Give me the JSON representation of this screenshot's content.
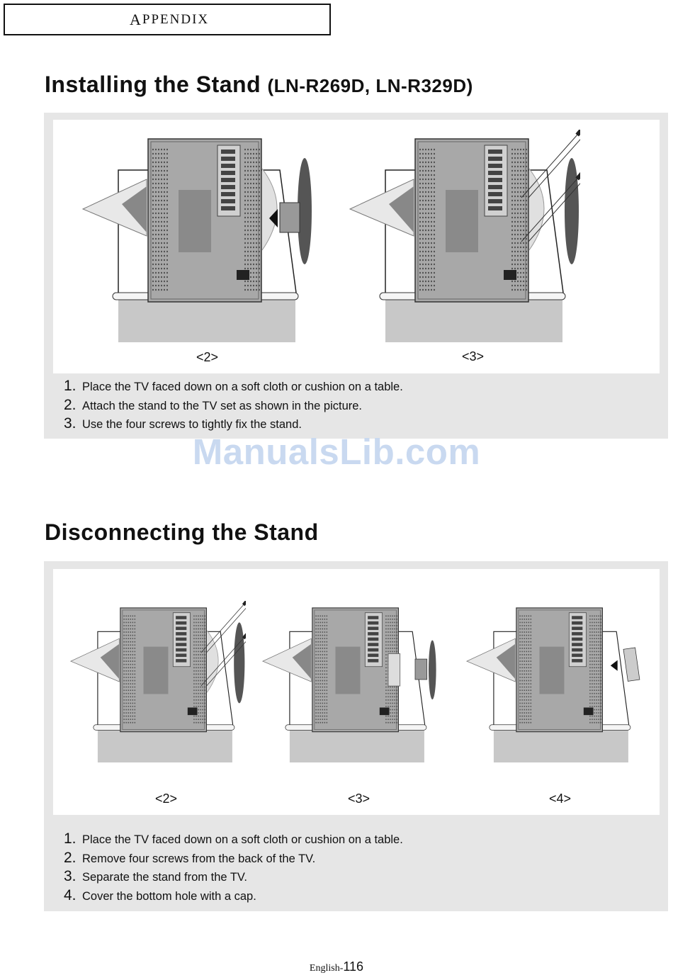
{
  "header": {
    "section_label_first": "A",
    "section_label_rest": "PPENDIX"
  },
  "install": {
    "title": "Installing the Stand",
    "models": "(LN-R269D, LN-R329D)",
    "figures": [
      {
        "caption": "<2>",
        "variant": "attach"
      },
      {
        "caption": "<3>",
        "variant": "screws"
      }
    ],
    "steps": [
      {
        "num": "1.",
        "text": "Place the TV faced down on a soft cloth or cushion on a table."
      },
      {
        "num": "2.",
        "text": "Attach the stand to the TV set as shown in the picture."
      },
      {
        "num": "3.",
        "text": "Use the four screws to tightly fix the stand."
      }
    ]
  },
  "watermark": "ManualsLib.com",
  "disconnect": {
    "title": "Disconnecting the Stand",
    "figures": [
      {
        "caption": "<2>",
        "variant": "screws"
      },
      {
        "caption": "<3>",
        "variant": "remove"
      },
      {
        "caption": "<4>",
        "variant": "cap"
      }
    ],
    "steps": [
      {
        "num": "1.",
        "text": "Place the TV faced down on a soft cloth or cushion on a table."
      },
      {
        "num": "2.",
        "text": "Remove four screws from the back of the TV."
      },
      {
        "num": "3.",
        "text": "Separate the stand from the TV."
      },
      {
        "num": "4.",
        "text": "Cover the bottom hole with a cap."
      }
    ]
  },
  "footer": {
    "label": "English-",
    "page": "116"
  }
}
